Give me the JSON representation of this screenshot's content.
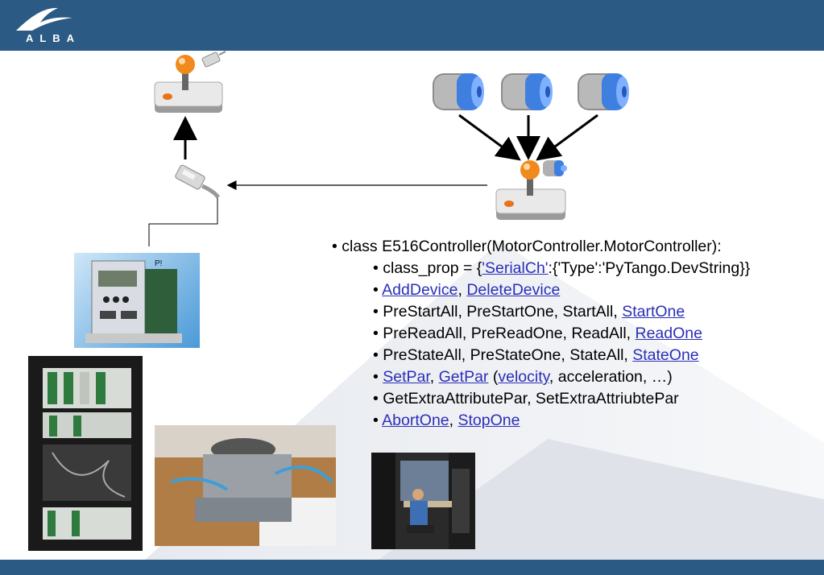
{
  "header": {
    "logo_text": "ALBA"
  },
  "bullets": {
    "class_line": "• class E516Controller(MotorController.MotorController):",
    "class_prop": {
      "prefix": "• class_prop = {",
      "link": "'SerialCh'",
      "suffix": ":{'Type':'PyTango.DevString}}"
    },
    "add_delete": {
      "bullet": "• ",
      "link1": "AddDevice",
      "sep": ", ",
      "link2": "DeleteDevice"
    },
    "start": {
      "text": "• PreStartAll, PreStartOne, StartAll, ",
      "link": "StartOne"
    },
    "read": {
      "text": "• PreReadAll, PreReadOne, ReadAll, ",
      "link": "ReadOne"
    },
    "state": {
      "text": "• PreStateAll, PreStateOne, StateAll, ",
      "link": "StateOne"
    },
    "par": {
      "bullet": "• ",
      "link1": "SetPar",
      "sep1": ", ",
      "link2": "GetPar",
      "sep2": " (",
      "link3": "velocity",
      "rest": ", acceleration, …)"
    },
    "extra": "• GetExtraAttributePar, SetExtraAttriubtePar",
    "abort": {
      "bullet": "• ",
      "link1": "AbortOne",
      "sep": ", ",
      "link2": "StopOne"
    }
  },
  "photos": {
    "controller_label": "P!"
  },
  "colors": {
    "header": "#2b5a84",
    "link": "#2b2fb8",
    "joystick_knob": "#f08a1c",
    "motor_blue": "#3f7fe0"
  }
}
